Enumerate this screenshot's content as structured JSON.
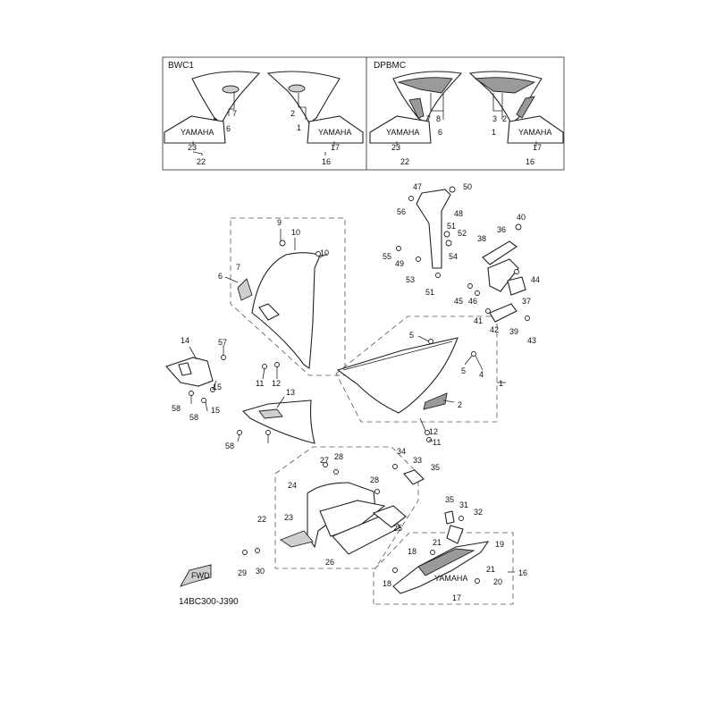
{
  "variants": {
    "left_code": "BWC1",
    "right_code": "DPBMC"
  },
  "figure_code": "14BC300-J390",
  "fwd_label": "FWD",
  "decal_brand": "YAMAHA",
  "callouts": {
    "bwc1": [
      "7",
      "6",
      "2",
      "1",
      "23",
      "22",
      "17",
      "16"
    ],
    "dpbmc": [
      "7",
      "8",
      "6",
      "3",
      "2",
      "1",
      "23",
      "22",
      "17",
      "16"
    ],
    "main": [
      "9",
      "10",
      "10",
      "7",
      "6",
      "14",
      "57",
      "11",
      "12",
      "13",
      "15",
      "58",
      "58",
      "15",
      "58",
      "5",
      "5",
      "4",
      "1",
      "2",
      "12",
      "11",
      "47",
      "50",
      "56",
      "48",
      "51",
      "52",
      "55",
      "49",
      "54",
      "53",
      "51",
      "40",
      "38",
      "36",
      "44",
      "45",
      "46",
      "37",
      "41",
      "42",
      "39",
      "43",
      "34",
      "33",
      "35",
      "27",
      "28",
      "24",
      "28",
      "22",
      "23",
      "25",
      "26",
      "29",
      "30",
      "35",
      "31",
      "32",
      "21",
      "19",
      "18",
      "21",
      "20",
      "18",
      "17",
      "16"
    ]
  }
}
